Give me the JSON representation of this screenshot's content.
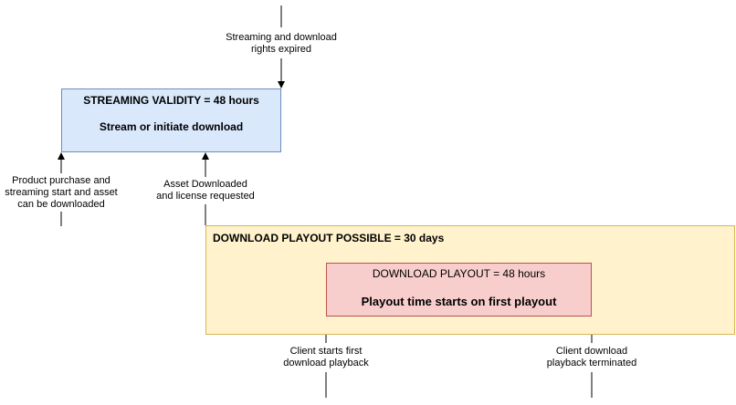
{
  "colors": {
    "streaming_fill": "#dae8fc",
    "streaming_stroke": "#6c8ebf",
    "playout_possible_fill": "#fff2cc",
    "playout_possible_stroke": "#d6b656",
    "playout_fill": "#f8cecc",
    "playout_stroke": "#b85450"
  },
  "streaming_box": {
    "title": "STREAMING VALIDITY = 48 hours",
    "subtitle": "Stream or initiate download"
  },
  "playout_possible_box": {
    "title": "DOWNLOAD PLAYOUT POSSIBLE = 30 days"
  },
  "playout_box": {
    "title": "DOWNLOAD PLAYOUT = 48 hours",
    "subtitle": "Playout time starts on first playout"
  },
  "events": {
    "rights_expired": [
      "Streaming and download",
      "rights expired"
    ],
    "purchase": [
      "Product purchase and",
      "streaming start and asset",
      "can be downloaded"
    ],
    "downloaded": [
      "Asset Downloaded",
      "and license requested"
    ],
    "first_playback": [
      "Client starts first",
      "download playback"
    ],
    "playback_terminated": [
      "Client download",
      "playback terminated"
    ]
  }
}
